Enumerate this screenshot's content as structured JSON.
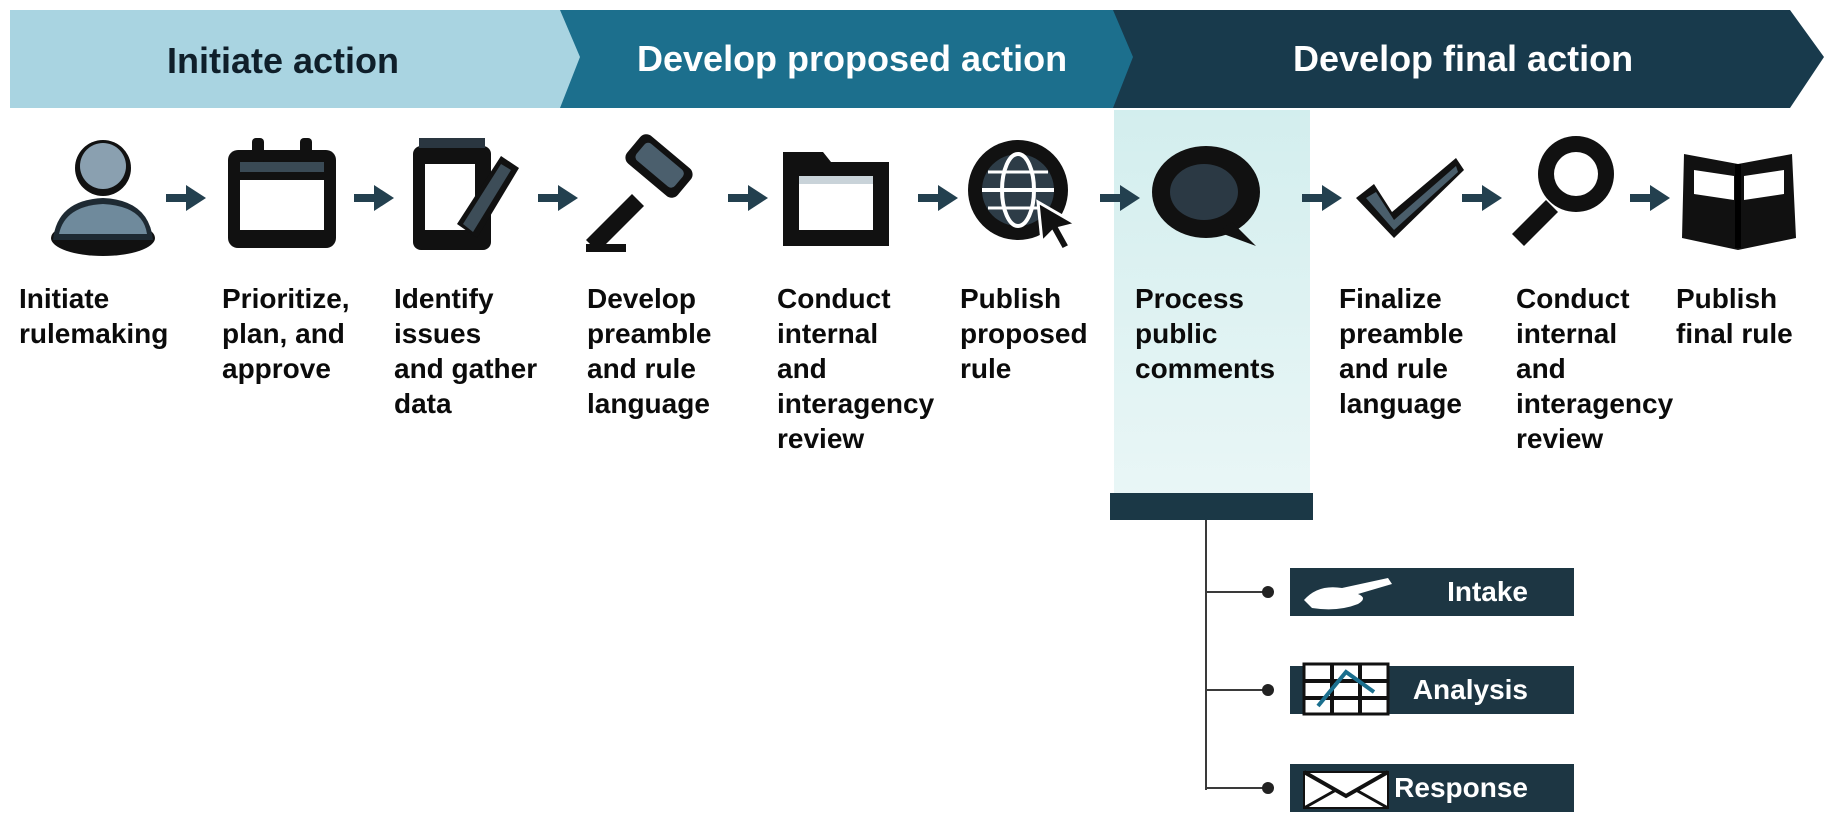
{
  "phases": [
    {
      "label": "Initiate action",
      "color": "#a7d3e0"
    },
    {
      "label": "Develop proposed action",
      "color": "#1b6f8e"
    },
    {
      "label": "Develop final action",
      "color": "#193a4d"
    }
  ],
  "steps": [
    {
      "icon": "person-icon",
      "label": "Initiate\nrulemaking"
    },
    {
      "icon": "calendar-icon",
      "label": "Prioritize,\nplan, and\napprove"
    },
    {
      "icon": "notepad-pen-icon",
      "label": "Identify\nissues\nand gather\ndata"
    },
    {
      "icon": "gavel-icon",
      "label": "Develop\npreamble\nand rule\nlanguage"
    },
    {
      "icon": "folder-icon",
      "label": "Conduct\ninternal\nand\ninteragency\nreview"
    },
    {
      "icon": "globe-cursor-icon",
      "label": "Publish\nproposed\nrule"
    },
    {
      "icon": "speech-bubble-icon",
      "label": "Process\npublic\ncomments"
    },
    {
      "icon": "checkmark-icon",
      "label": "Finalize\npreamble\nand rule\nlanguage"
    },
    {
      "icon": "magnifier-icon",
      "label": "Conduct\ninternal\nand\ninteragency\nreview"
    },
    {
      "icon": "open-book-icon",
      "label": "Publish\nfinal rule"
    }
  ],
  "substeps": [
    {
      "icon": "hand-icon",
      "label": "Intake"
    },
    {
      "icon": "grid-icon",
      "label": "Analysis"
    },
    {
      "icon": "envelope-icon",
      "label": "Response"
    }
  ]
}
